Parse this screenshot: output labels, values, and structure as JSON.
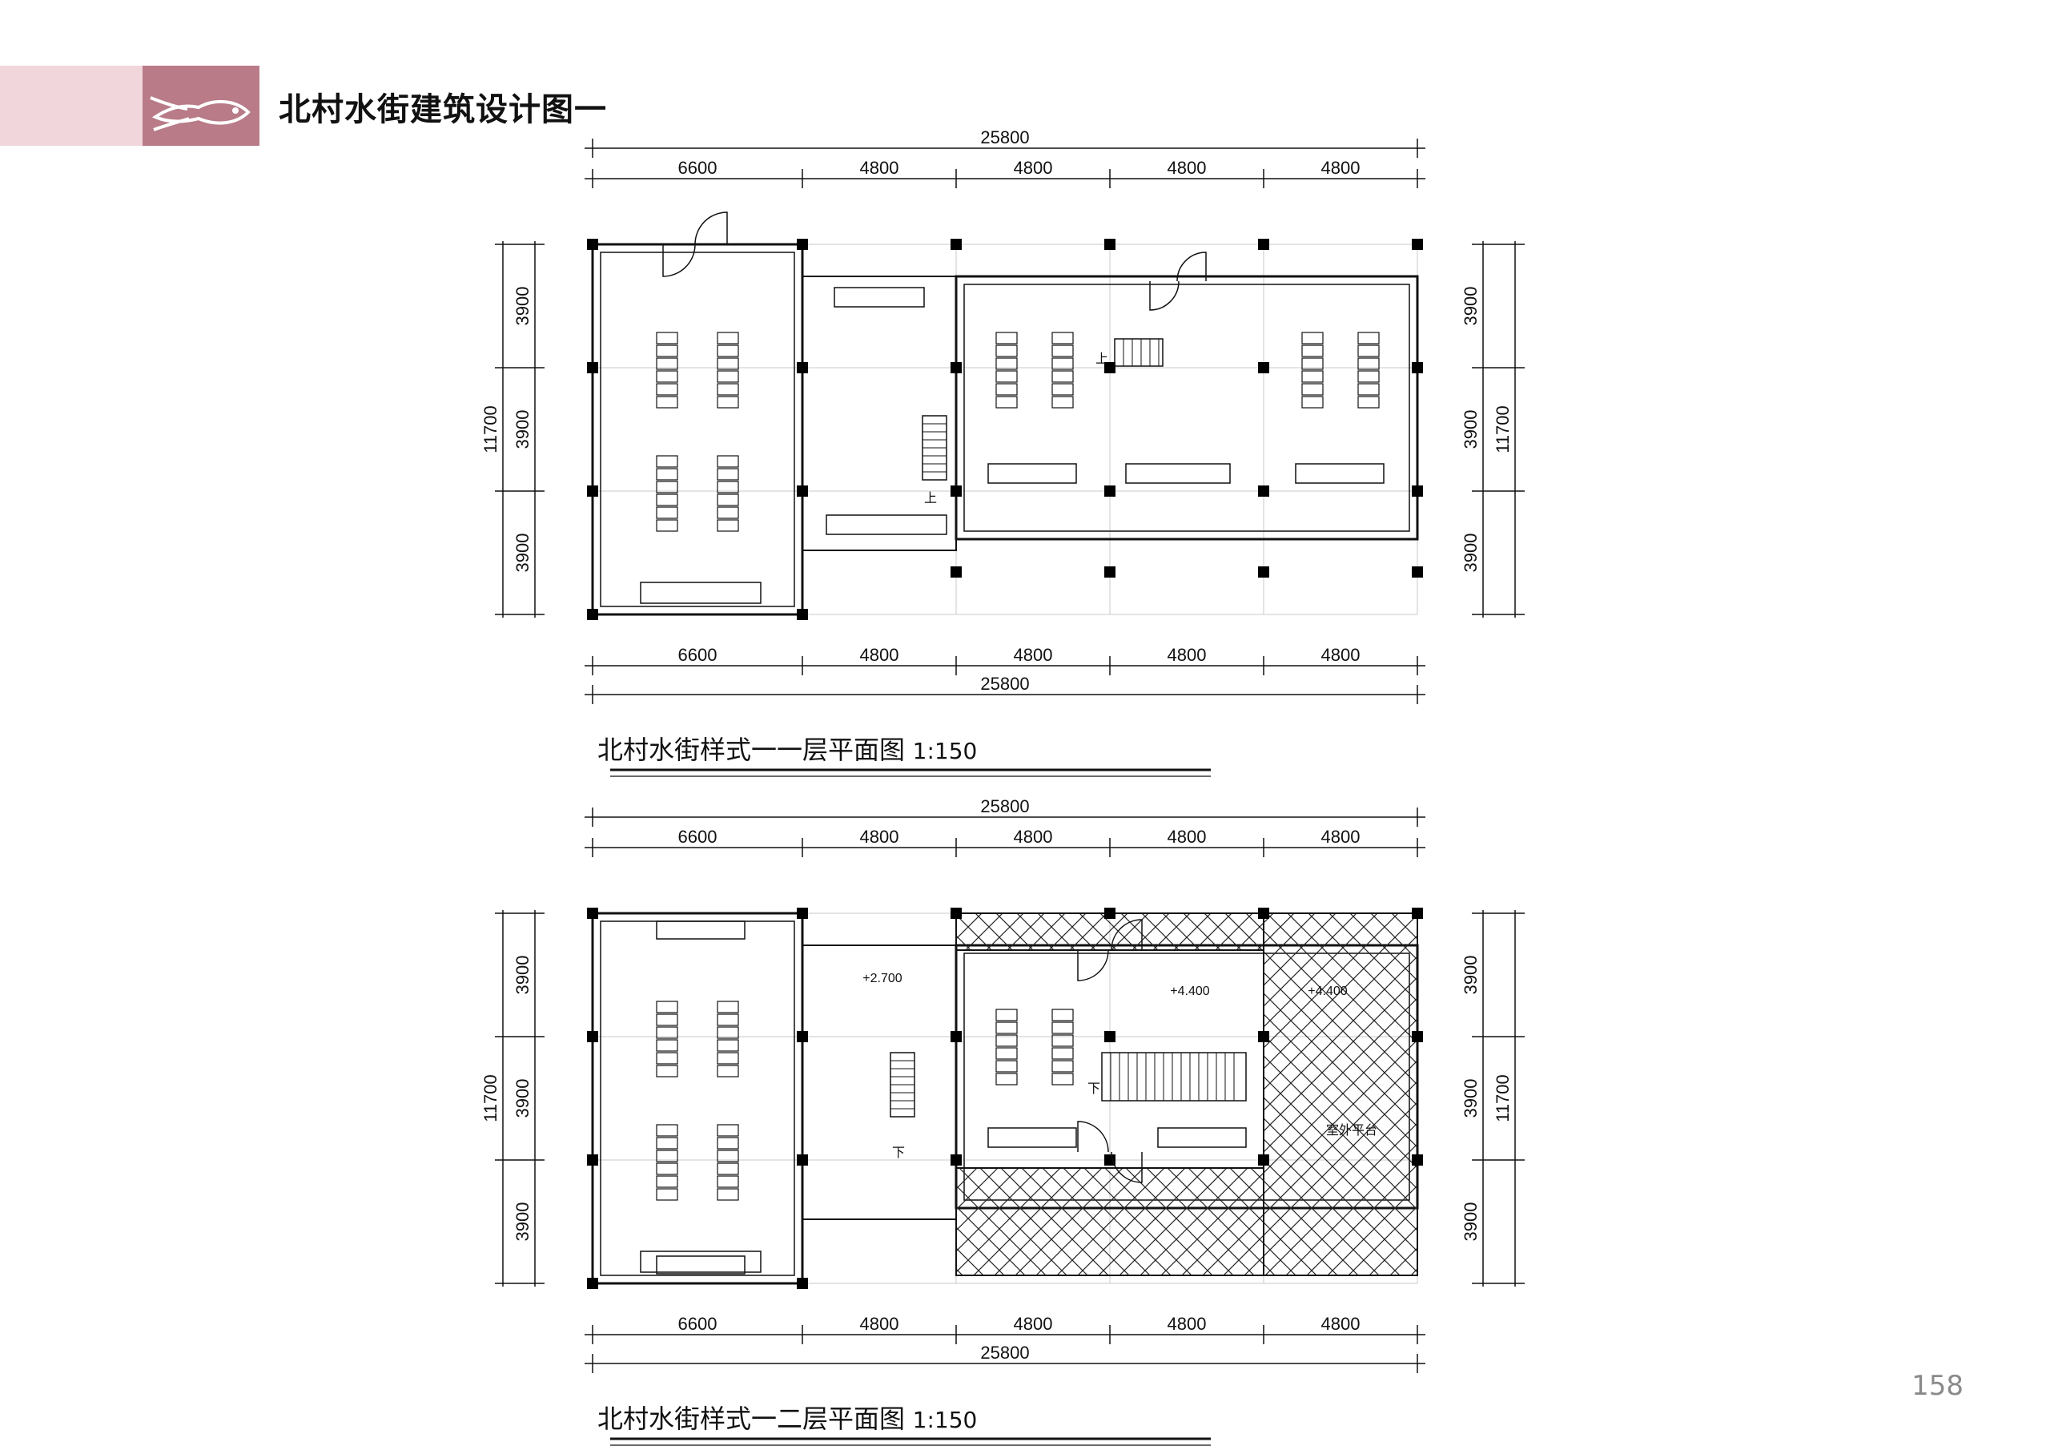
{
  "header": {
    "title": "北村水街建筑设计图一",
    "logo_icon": "fish-logo-icon",
    "accent_color": "#b87b87",
    "band_color": "#f1d6dc"
  },
  "plans": [
    {
      "caption": "北村水街样式一一层平面图",
      "scale": "1:150",
      "top_dims": {
        "total": "25800",
        "segments": [
          "6600",
          "4800",
          "4800",
          "4800",
          "4800"
        ]
      },
      "bottom_dims": {
        "total": "25800",
        "segments": [
          "6600",
          "4800",
          "4800",
          "4800",
          "4800"
        ]
      },
      "left_dims": {
        "total": "11700",
        "segments": [
          "3900",
          "3900",
          "3900"
        ]
      },
      "right_dims": {
        "total": "11700",
        "segments": [
          "3900",
          "3900",
          "3900"
        ]
      },
      "labels": [
        "上",
        "上"
      ]
    },
    {
      "caption": "北村水街样式一二层平面图",
      "scale": "1:150",
      "top_dims": {
        "total": "25800",
        "segments": [
          "6600",
          "4800",
          "4800",
          "4800",
          "4800"
        ]
      },
      "bottom_dims": {
        "total": "25800",
        "segments": [
          "6600",
          "4800",
          "4800",
          "4800",
          "4800"
        ]
      },
      "left_dims": {
        "total": "11700",
        "segments": [
          "3900",
          "3900",
          "3900"
        ]
      },
      "right_dims": {
        "total": "11700",
        "segments": [
          "3900",
          "3900",
          "3900"
        ]
      },
      "labels": [
        "+2.700",
        "+4.400",
        "+4.400",
        "下",
        "下",
        "室外平台"
      ]
    }
  ],
  "page_number": "158"
}
